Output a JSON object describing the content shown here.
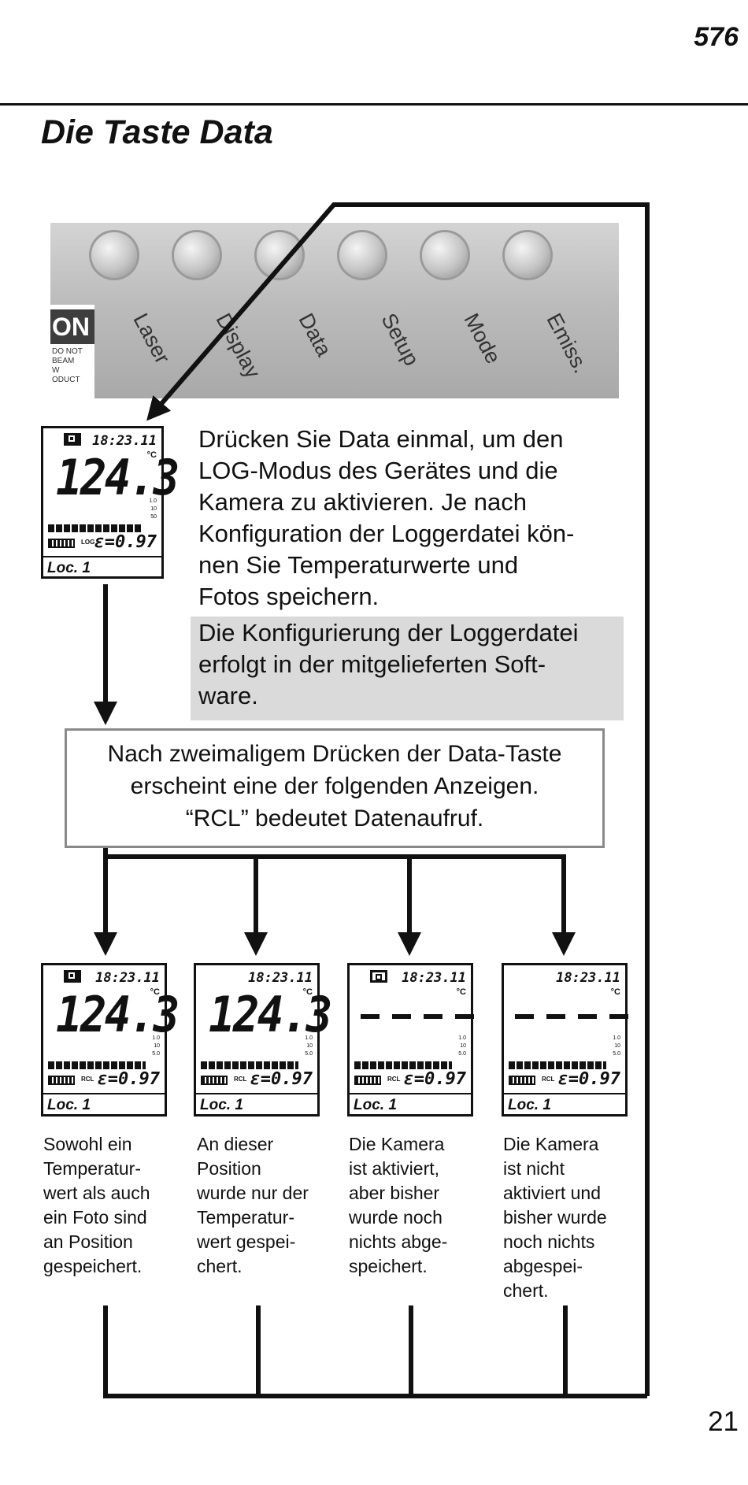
{
  "header": {
    "model": "576",
    "title": "Die Taste Data"
  },
  "panel": {
    "buttons": [
      "Laser",
      "Display",
      "Data",
      "Setup",
      "Mode",
      "Emiss."
    ],
    "sticker": {
      "brand": "ON",
      "text": [
        "DO NOT",
        "BEAM",
        "W",
        "ODUCT"
      ]
    }
  },
  "intro_paragraph": [
    "Drücken Sie Data einmal, um den",
    "LOG-Modus des Gerätes und die",
    "Kamera zu aktivieren. Je nach",
    "Konfiguration der Loggerdatei kön-",
    "nen Sie Temperaturwerte und",
    "Fotos speichern."
  ],
  "note_paragraph": [
    "Die Konfigurierung der Loggerdatei",
    "erfolgt in der mitgelieferten Soft-",
    "ware."
  ],
  "box_text": [
    "Nach zweimaligem Drücken der Data-Taste",
    "erscheint eine der folgenden Anzeigen.",
    "“RCL” bedeutet Datenaufruf."
  ],
  "lcd_common": {
    "time": "18:23.11",
    "unit": "°C",
    "emissivity": "ε=0.97",
    "location": "Loc. 1",
    "scale": [
      "1.0",
      "10",
      "50",
      "5.0"
    ]
  },
  "lcd_main": {
    "value": "124.3",
    "mode": "LOG"
  },
  "lcd_variants": [
    {
      "value": "124.3",
      "mode": "RCL",
      "camera": "filled",
      "caption": [
        "Sowohl ein",
        "Temperatur-",
        "wert als auch",
        "ein Foto sind",
        "an Position",
        "gespeichert."
      ]
    },
    {
      "value": "124.3",
      "mode": "RCL",
      "camera": "none",
      "caption": [
        "An dieser",
        "Position",
        "wurde nur der",
        "Temperatur-",
        "wert gespei-",
        "chert."
      ]
    },
    {
      "value": "----",
      "mode": "RCL",
      "camera": "outline",
      "caption": [
        "Die Kamera",
        "ist aktiviert,",
        "aber bisher",
        "wurde noch",
        "nichts abge-",
        "speichert."
      ]
    },
    {
      "value": "----",
      "mode": "RCL",
      "camera": "none",
      "caption": [
        "Die Kamera",
        "ist nicht",
        "aktiviert und",
        "bisher wurde",
        "noch nichts",
        "abgespei-",
        "chert."
      ]
    }
  ],
  "footer": {
    "page_number": "21"
  }
}
